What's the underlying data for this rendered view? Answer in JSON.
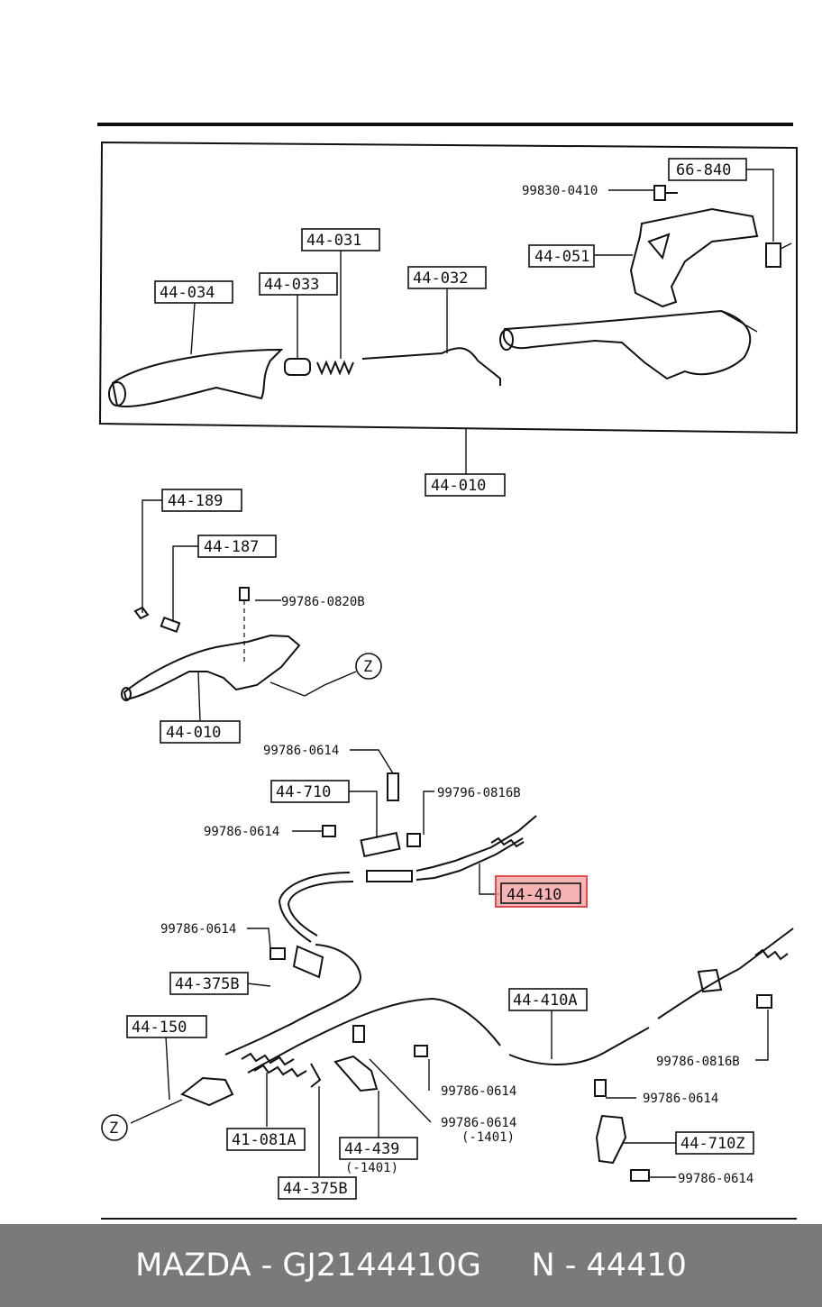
{
  "labels": {
    "p66_840": "66-840",
    "p99830_0410": "99830-0410",
    "p44_051": "44-051",
    "p44_031": "44-031",
    "p44_032": "44-032",
    "p44_033": "44-033",
    "p44_034": "44-034",
    "p44_010_top": "44-010",
    "p44_189": "44-189",
    "p44_187": "44-187",
    "p99786_0820B": "99786-0820B",
    "pZ_top": "Z",
    "p44_010_mid": "44-010",
    "p99786_0614_a": "99786-0614",
    "p44_710": "44-710",
    "p99796_0816B": "99796-0816B",
    "p99786_0614_b": "99786-0614",
    "p44_410": "44-410",
    "p99786_0614_c": "99786-0614",
    "p44_375B_a": "44-375B",
    "p44_410A": "44-410A",
    "p99786_0816B": "99786-0816B",
    "p44_150": "44-150",
    "p99786_0614_d": "99786-0614",
    "p99786_0614_e": "99786-0614",
    "p99786_0614_f": "99786-0614",
    "p99786_0614_f_note": "(-1401)",
    "pZ_bottom": "Z",
    "p41_081A": "41-081A",
    "p44_439": "44-439",
    "p44_439_note": "(-1401)",
    "p44_710Z": "44-710Z",
    "p99786_0614_g": "99786-0614",
    "p44_375B_b": "44-375B"
  },
  "footer": {
    "brand_part": "MAZDA - GJ2144410G",
    "ref_number": "N - 44410"
  },
  "colors": {
    "highlight": "#f39a9a",
    "footer_bg": "#7a7a7a"
  }
}
